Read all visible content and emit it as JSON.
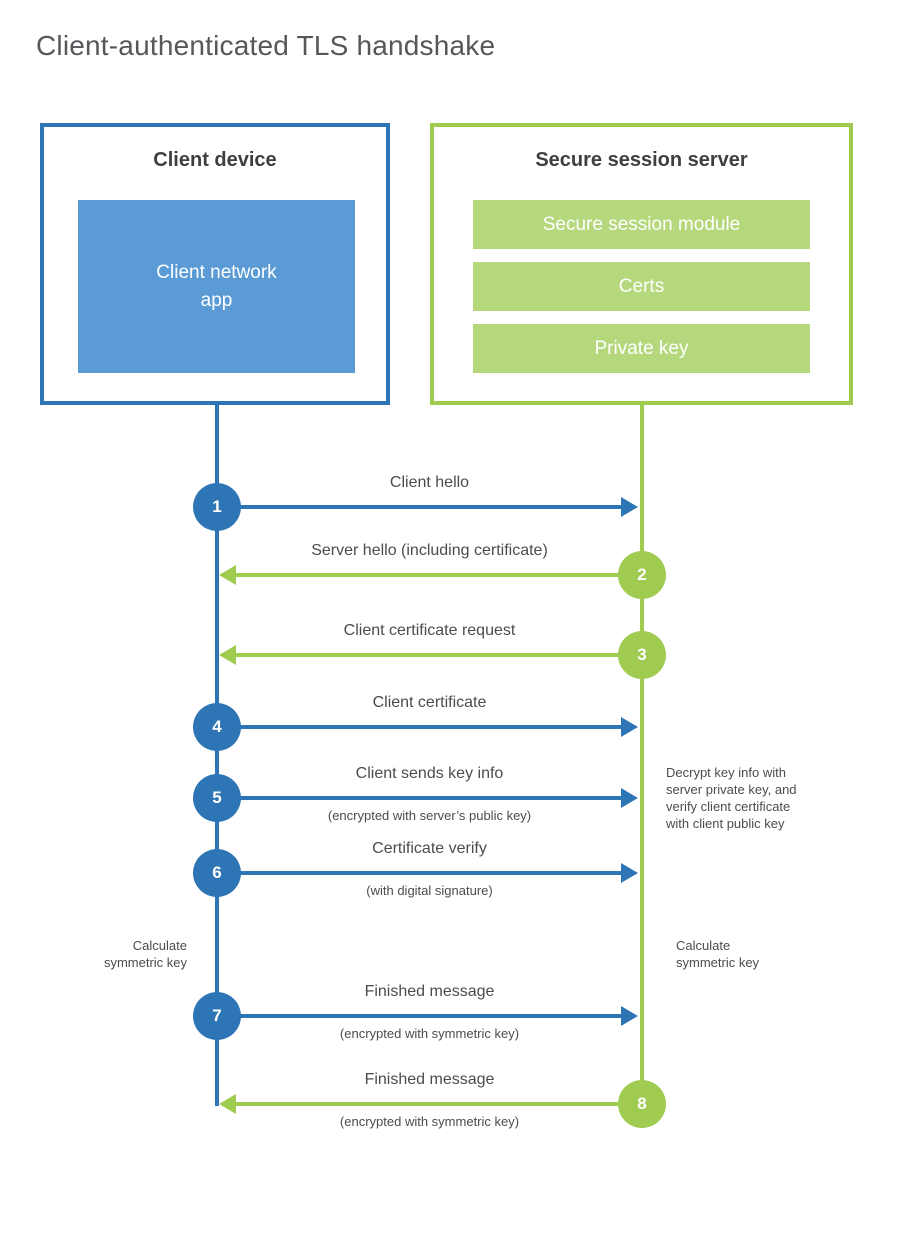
{
  "title": "Client-authenticated TLS handshake",
  "colors": {
    "blue_line": "#2e75b6",
    "blue_fill": "#5b9bd5",
    "green_line": "#9fcb50",
    "green_fill": "#b6d87d",
    "text": "#4b4c4e"
  },
  "client": {
    "title": "Client device",
    "app_label": "Client network\napp"
  },
  "server": {
    "title": "Secure session server",
    "modules": [
      "Secure session module",
      "Certs",
      "Private key"
    ]
  },
  "steps": [
    {
      "num": "1",
      "label": "Client hello",
      "sub": "",
      "from": "client",
      "to": "server"
    },
    {
      "num": "2",
      "label": "Server hello (including certificate)",
      "sub": "",
      "from": "server",
      "to": "client"
    },
    {
      "num": "3",
      "label": "Client certificate request",
      "sub": "",
      "from": "server",
      "to": "client"
    },
    {
      "num": "4",
      "label": "Client certificate",
      "sub": "",
      "from": "client",
      "to": "server"
    },
    {
      "num": "5",
      "label": "Client sends key info",
      "sub": "(encrypted with server’s public key)",
      "from": "client",
      "to": "server"
    },
    {
      "num": "6",
      "label": "Certificate verify",
      "sub": "(with digital signature)",
      "from": "client",
      "to": "server"
    },
    {
      "num": "7",
      "label": "Finished message",
      "sub": "(encrypted with symmetric key)",
      "from": "client",
      "to": "server"
    },
    {
      "num": "8",
      "label": "Finished message",
      "sub": "(encrypted with symmetric key)",
      "from": "server",
      "to": "client"
    }
  ],
  "notes": {
    "decrypt": "Decrypt key info with\nserver private key, and\nverify client certificate\nwith client public key",
    "calc_left": "Calculate\nsymmetric key",
    "calc_right": "Calculate\nsymmetric key"
  }
}
